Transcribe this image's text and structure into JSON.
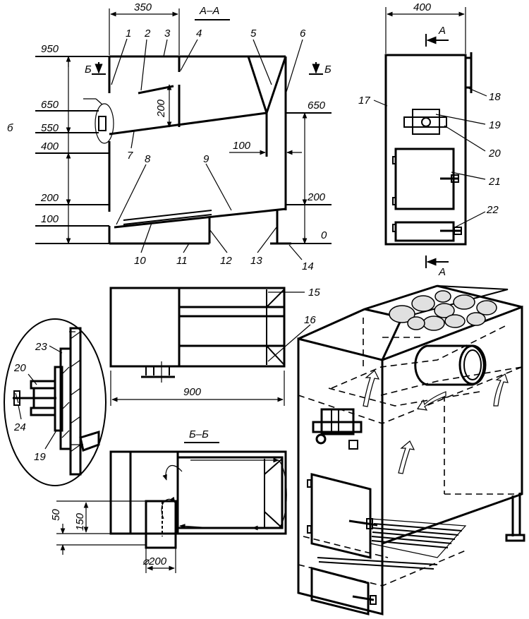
{
  "views": {
    "section_aa": {
      "title": "А–А",
      "width_dim": "350",
      "inner_dim": "200",
      "gap_dim": "100",
      "levels_left": [
        "950",
        "650",
        "550",
        "400",
        "200",
        "100"
      ],
      "levels_right": [
        "650",
        "200",
        "0"
      ],
      "side_letter": "б",
      "cut_letters": [
        "Б",
        "Б"
      ],
      "callouts": [
        "1",
        "2",
        "3",
        "4",
        "5",
        "6",
        "7",
        "8",
        "9",
        "10",
        "11",
        "12",
        "13",
        "14"
      ]
    },
    "front_view": {
      "width_dim": "400",
      "cut_letters": [
        "А",
        "А"
      ],
      "callouts": [
        "17",
        "18",
        "19",
        "20",
        "21",
        "22"
      ]
    },
    "top_view": {
      "length_dim": "900",
      "callouts": [
        "15",
        "16"
      ]
    },
    "section_bb": {
      "title": "Б–Б",
      "dims": [
        "50",
        "150",
        "⌀200"
      ]
    },
    "detail": {
      "callouts": [
        "23",
        "20",
        "24",
        "19"
      ]
    }
  },
  "colors": {
    "ink": "#000000",
    "paper": "#ffffff",
    "stone": "#e0e0e0"
  }
}
